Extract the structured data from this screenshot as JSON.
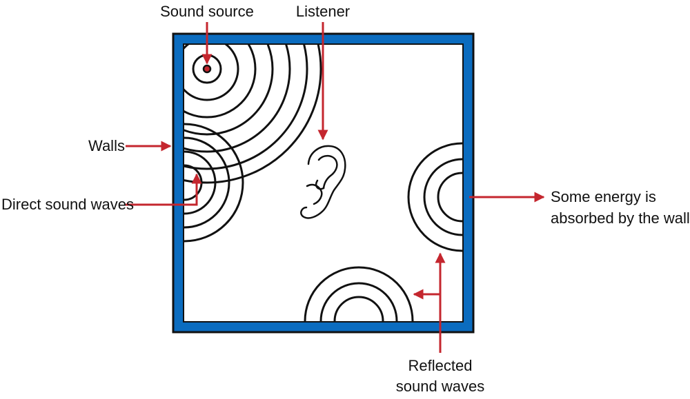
{
  "labels": {
    "sound_source": "Sound source",
    "listener": "Listener",
    "walls": "Walls",
    "direct_waves": "Direct sound waves",
    "absorbed_line1": "Some energy is",
    "absorbed_line2": "absorbed by the walls",
    "reflected_line1": "Reflected",
    "reflected_line2": "sound waves"
  },
  "colors": {
    "wall": "#0b6cbf",
    "wall_outline": "#111111",
    "arrow": "#c4262e",
    "wave": "#111111",
    "source_dot": "#c4262e"
  }
}
